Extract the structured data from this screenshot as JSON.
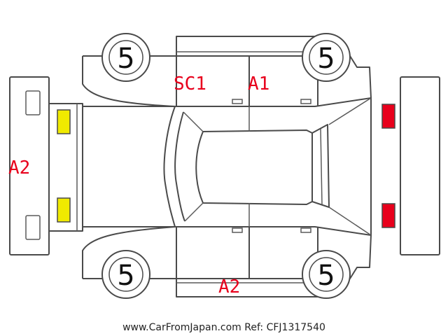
{
  "tire_labels": {
    "front_left": "5",
    "front_right": "5",
    "rear_left": "5",
    "rear_right": "5"
  },
  "damage_marks": {
    "sc1": "SC1",
    "a1": "A1",
    "a2_front": "A2",
    "a2_bottom": "A2"
  },
  "lamp_colors": {
    "front": "#f0ea00",
    "rear": "#e8001c"
  },
  "mark_color": "#e8001c",
  "footer": "www.CarFromJapan.com Ref: CFJ1317540"
}
